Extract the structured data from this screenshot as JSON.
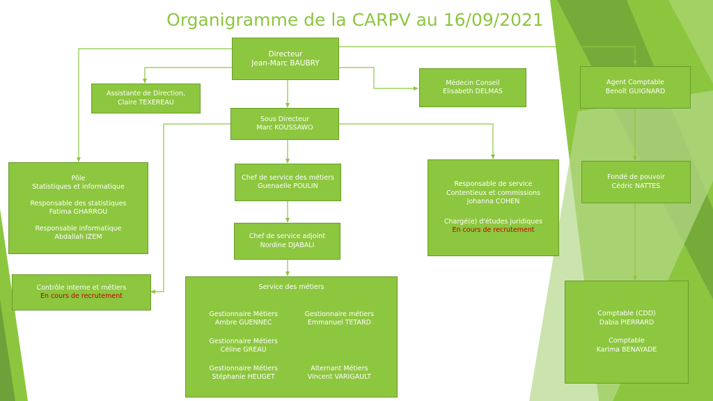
{
  "title": "Organigramme de la CARPV au 16/09/2021",
  "colors": {
    "box": "#8dc63f",
    "border": "#6a9c2a",
    "title": "#8cc63f",
    "line": "#8cc63f",
    "pending": "#c00000"
  },
  "directeur": {
    "role": "Directeur",
    "name": "Jean-Marc BAUBRY"
  },
  "assistante": {
    "role": "Assistante de Direction,",
    "name": "Claire TEXEREAU"
  },
  "medecin": {
    "role": "Médecin Conseil",
    "name": "Elisabeth DELMAS"
  },
  "agent_comptable": {
    "role": "Agent Comptable",
    "name": "Benoît GUIGNARD"
  },
  "sous_directeur": {
    "role": "Sous Directeur",
    "name": "Marc KOUSSAWO"
  },
  "pole": {
    "line1": "Pôle",
    "line2": "Statistiques et informatique",
    "stat_role": "Responsable des statistiques",
    "stat_name": "Fatima GHARROU",
    "info_role": "Responsable informatique",
    "info_name": "Abdallah IZEM"
  },
  "chef_metiers": {
    "role": "Chef de service des métiers",
    "name": "Guenaelle POULIN"
  },
  "chef_adjoint": {
    "role": "Chef de service adjoint",
    "name": "Nordine DJABALI"
  },
  "contentieux": {
    "line1": "Responsable de service",
    "line2": "Contentieux et commissions",
    "name": "Johanna COHEN",
    "charge_role": "Chargé(e) d'études juridiques",
    "charge_status": "En cours de recrutement"
  },
  "fonde": {
    "role": "Fondé de pouvoir",
    "name": "Cédric NATTES"
  },
  "controle": {
    "role": "Contrôle interne et métiers",
    "status": "En cours de recrutement"
  },
  "service_metiers": {
    "title": "Service des métiers",
    "left": [
      {
        "role": "Gestionnaire Métiers",
        "name": "Ambre GUENNEC"
      },
      {
        "role": "Gestionnaire Métiers",
        "name": "Céline GREAU"
      },
      {
        "role": "Gestionnaire Métiers",
        "name": "Stéphanie HEUGET"
      }
    ],
    "right": [
      {
        "role": "Gestionnaire métiers",
        "name": "Emmanuel TETARD"
      },
      {
        "role": "",
        "name": ""
      },
      {
        "role": "Alternant Métiers",
        "name": "Vincent VARIGAULT"
      }
    ]
  },
  "comptables": {
    "cdd_role": "Comptable (CDD)",
    "cdd_name": "Dabia PIERRARD",
    "role2": "Comptable",
    "name2": "Karima BENAYADE"
  }
}
